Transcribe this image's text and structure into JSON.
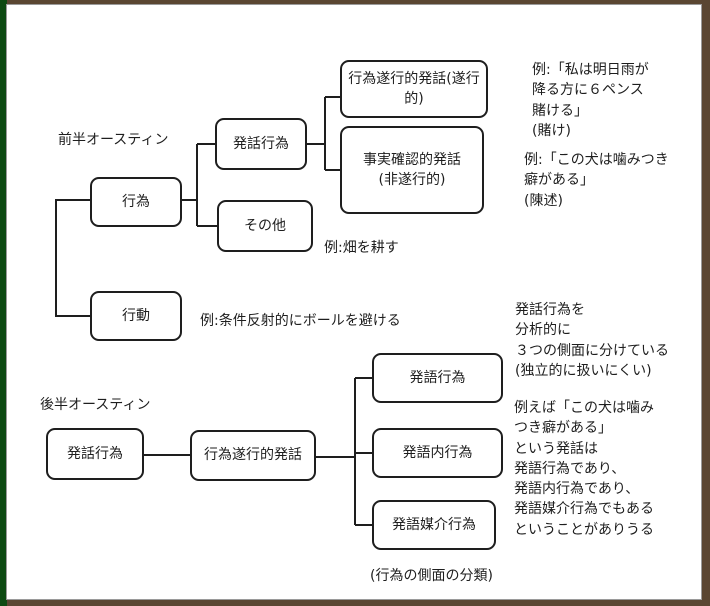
{
  "first_half": {
    "title": "前半オースティン",
    "act": "行為",
    "action": "行動",
    "speech_act": "発話行為",
    "other": "その他",
    "performative": "行為遂行的発話(遂行的)",
    "constative": "事実確認的発話\n(非遂行的)",
    "example_performative": "例:「私は明日雨が\n降る方に６ペンス\n賭ける」\n(賭け)",
    "example_constative": "例:「この犬は噛みつき\n癖がある」\n(陳述)",
    "example_other": "例:畑を耕す",
    "example_action": "例:条件反射的にボールを避ける"
  },
  "second_half": {
    "title": "後半オースティン",
    "speech_act": "発話行為",
    "performative": "行為遂行的発話",
    "locutionary": "発語行為",
    "illocutionary": "発語内行為",
    "perlocutionary": "発語媒介行為",
    "note_analysis": "発話行為を\n分析的に\n３つの側面に分けている\n(独立的に扱いにくい)",
    "note_example": "例えば「この犬は噛み\nつき癖がある」\nという発話は\n発語行為であり、\n発語内行為であり、\n発語媒介行為でもある\nということがありうる",
    "caption": "(行為の側面の分類)"
  }
}
